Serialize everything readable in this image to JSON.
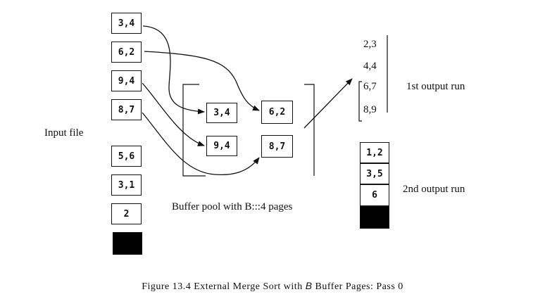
{
  "input_file": {
    "label": "Input file",
    "pages": [
      "3,4",
      "6,2",
      "9,4",
      "8,7",
      "5,6",
      "3,1",
      "2",
      ""
    ]
  },
  "buffer_pool": {
    "label": "Buffer pool with B:::4 pages",
    "pages": [
      "3,4",
      "6,2",
      "9,4",
      "8,7"
    ]
  },
  "first_run": {
    "label": "1st output run",
    "values": [
      "2,3",
      "4,4",
      "6,7",
      "8,9"
    ]
  },
  "second_run": {
    "label": "2nd output run",
    "values": [
      "1,2",
      "3,5",
      "6",
      ""
    ]
  },
  "caption": {
    "prefix": "Figure 13.4   External Merge Sort with ",
    "italic": "B",
    "suffix": " Buffer Pages: Pass 0"
  }
}
